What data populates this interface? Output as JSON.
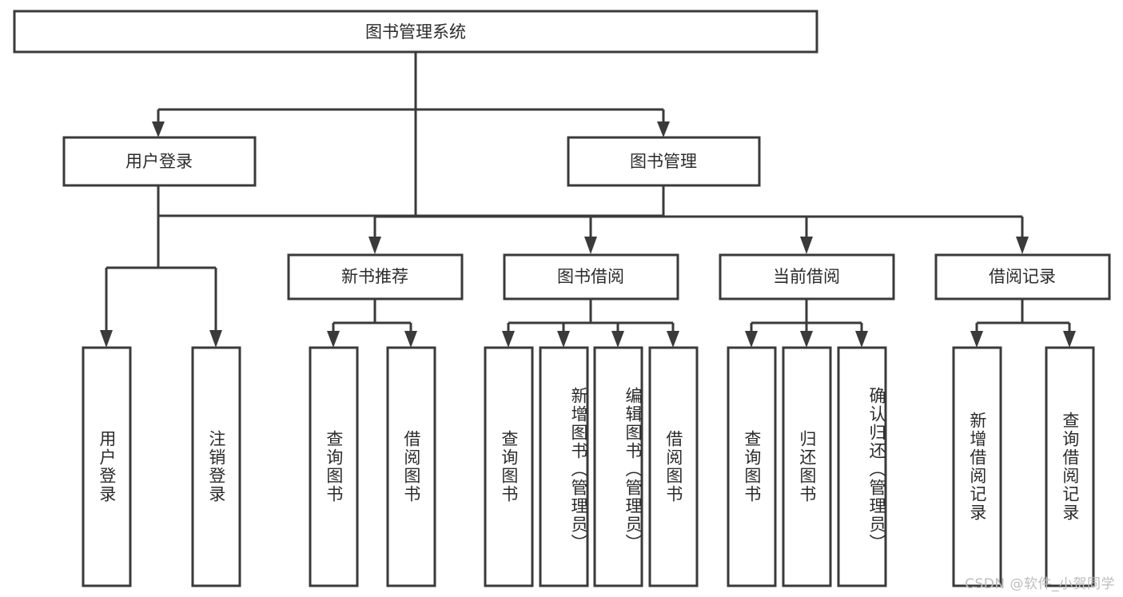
{
  "diagram": {
    "title": "图书管理系统",
    "type": "tree",
    "watermark": "CSDN @软件_小贺同学",
    "colors": {
      "stroke": "#3a3a3a",
      "fill": "#ffffff",
      "text": "#2b2b2b",
      "watermark": "#bdbdbd",
      "background": "#ffffff"
    },
    "root": {
      "label": "图书管理系统"
    },
    "level2": [
      {
        "label": "用户登录"
      },
      {
        "label": "图书管理"
      }
    ],
    "level3": [
      {
        "label": "新书推荐"
      },
      {
        "label": "图书借阅"
      },
      {
        "label": "当前借阅"
      },
      {
        "label": "借阅记录"
      }
    ],
    "leaves": {
      "user_login": [
        {
          "label": "用户登录"
        },
        {
          "label": "注销登录"
        }
      ],
      "new_book_recommend": [
        {
          "label": "查询图书"
        },
        {
          "label": "借阅图书"
        }
      ],
      "book_borrow": [
        {
          "label": "查询图书"
        },
        {
          "label": "新增图书（管理员）"
        },
        {
          "label": "编辑图书（管理员）"
        },
        {
          "label": "借阅图书"
        }
      ],
      "current_borrow": [
        {
          "label": "查询图书"
        },
        {
          "label": "归还图书"
        },
        {
          "label": "确认归还（管理员）"
        }
      ],
      "borrow_record": [
        {
          "label": "新增借阅记录"
        },
        {
          "label": "查询借阅记录"
        }
      ]
    }
  },
  "chart_data": {
    "type": "table",
    "title": "图书管理系统",
    "nodes": [
      {
        "id": "root",
        "label": "图书管理系统",
        "level": 1,
        "parent": null
      },
      {
        "id": "user-login",
        "label": "用户登录",
        "level": 2,
        "parent": "root"
      },
      {
        "id": "book-manage",
        "label": "图书管理",
        "level": 2,
        "parent": "root"
      },
      {
        "id": "new-book",
        "label": "新书推荐",
        "level": 3,
        "parent": "book-manage"
      },
      {
        "id": "book-borrow",
        "label": "图书借阅",
        "level": 3,
        "parent": "book-manage"
      },
      {
        "id": "current-borrow",
        "label": "当前借阅",
        "level": 3,
        "parent": "book-manage"
      },
      {
        "id": "borrow-record",
        "label": "借阅记录",
        "level": 3,
        "parent": "book-manage"
      },
      {
        "id": "leaf-user-login",
        "label": "用户登录",
        "level": 3,
        "parent": "user-login"
      },
      {
        "id": "leaf-logout",
        "label": "注销登录",
        "level": 3,
        "parent": "user-login"
      },
      {
        "id": "leaf-nb-query",
        "label": "查询图书",
        "level": 4,
        "parent": "new-book"
      },
      {
        "id": "leaf-nb-borrow",
        "label": "借阅图书",
        "level": 4,
        "parent": "new-book"
      },
      {
        "id": "leaf-bb-query",
        "label": "查询图书",
        "level": 4,
        "parent": "book-borrow"
      },
      {
        "id": "leaf-bb-add",
        "label": "新增图书（管理员）",
        "level": 4,
        "parent": "book-borrow"
      },
      {
        "id": "leaf-bb-edit",
        "label": "编辑图书（管理员）",
        "level": 4,
        "parent": "book-borrow"
      },
      {
        "id": "leaf-bb-borrow",
        "label": "借阅图书",
        "level": 4,
        "parent": "book-borrow"
      },
      {
        "id": "leaf-cb-query",
        "label": "查询图书",
        "level": 4,
        "parent": "current-borrow"
      },
      {
        "id": "leaf-cb-return",
        "label": "归还图书",
        "level": 4,
        "parent": "current-borrow"
      },
      {
        "id": "leaf-cb-confirm",
        "label": "确认归还（管理员）",
        "level": 4,
        "parent": "current-borrow"
      },
      {
        "id": "leaf-br-add",
        "label": "新增借阅记录",
        "level": 4,
        "parent": "borrow-record"
      },
      {
        "id": "leaf-br-query",
        "label": "查询借阅记录",
        "level": 4,
        "parent": "borrow-record"
      }
    ]
  }
}
